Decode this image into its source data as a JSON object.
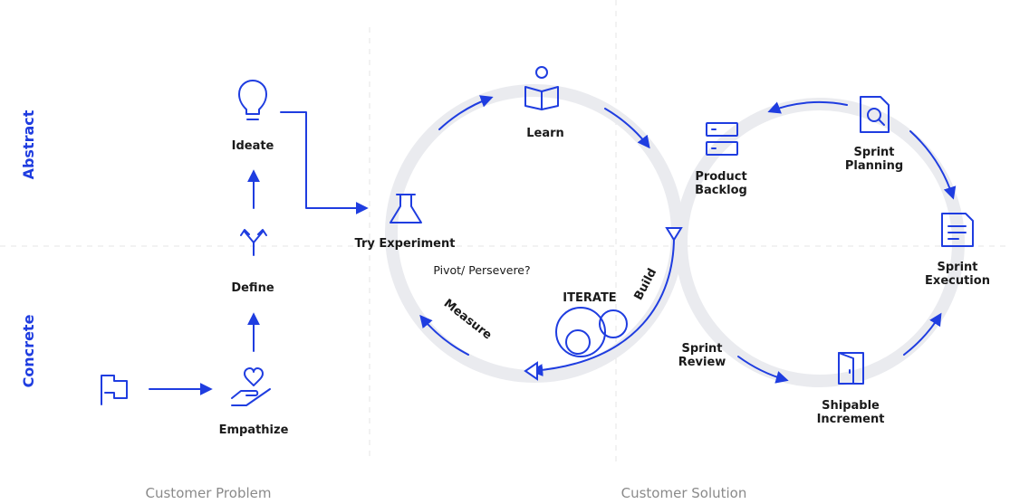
{
  "axes": {
    "vertical_top": "Abstract",
    "vertical_bottom": "Concrete",
    "column_left": "Customer Problem",
    "column_right": "Customer Solution"
  },
  "design_thinking": {
    "ideate": "Ideate",
    "define": "Define",
    "empathize": "Empathize"
  },
  "lean_loop": {
    "learn": "Learn",
    "try_experiment": "Try Experiment",
    "pivot": "Pivot/ Persevere?",
    "iterate": "ITERATE",
    "build": "Build",
    "measure": "Measure"
  },
  "agile_loop": {
    "product_backlog_1": "Product",
    "product_backlog_2": "Backlog",
    "sprint_planning_1": "Sprint",
    "sprint_planning_2": "Planning",
    "sprint_execution_1": "Sprint",
    "sprint_execution_2": "Execution",
    "shipable_increment_1": "Shipable",
    "shipable_increment_2": "Increment",
    "sprint_review_1": "Sprint",
    "sprint_review_2": "Review"
  },
  "colors": {
    "accent": "#1f3de0",
    "track": "#eaebef",
    "text": "#1a1a1a",
    "muted": "#8a8a8a"
  }
}
